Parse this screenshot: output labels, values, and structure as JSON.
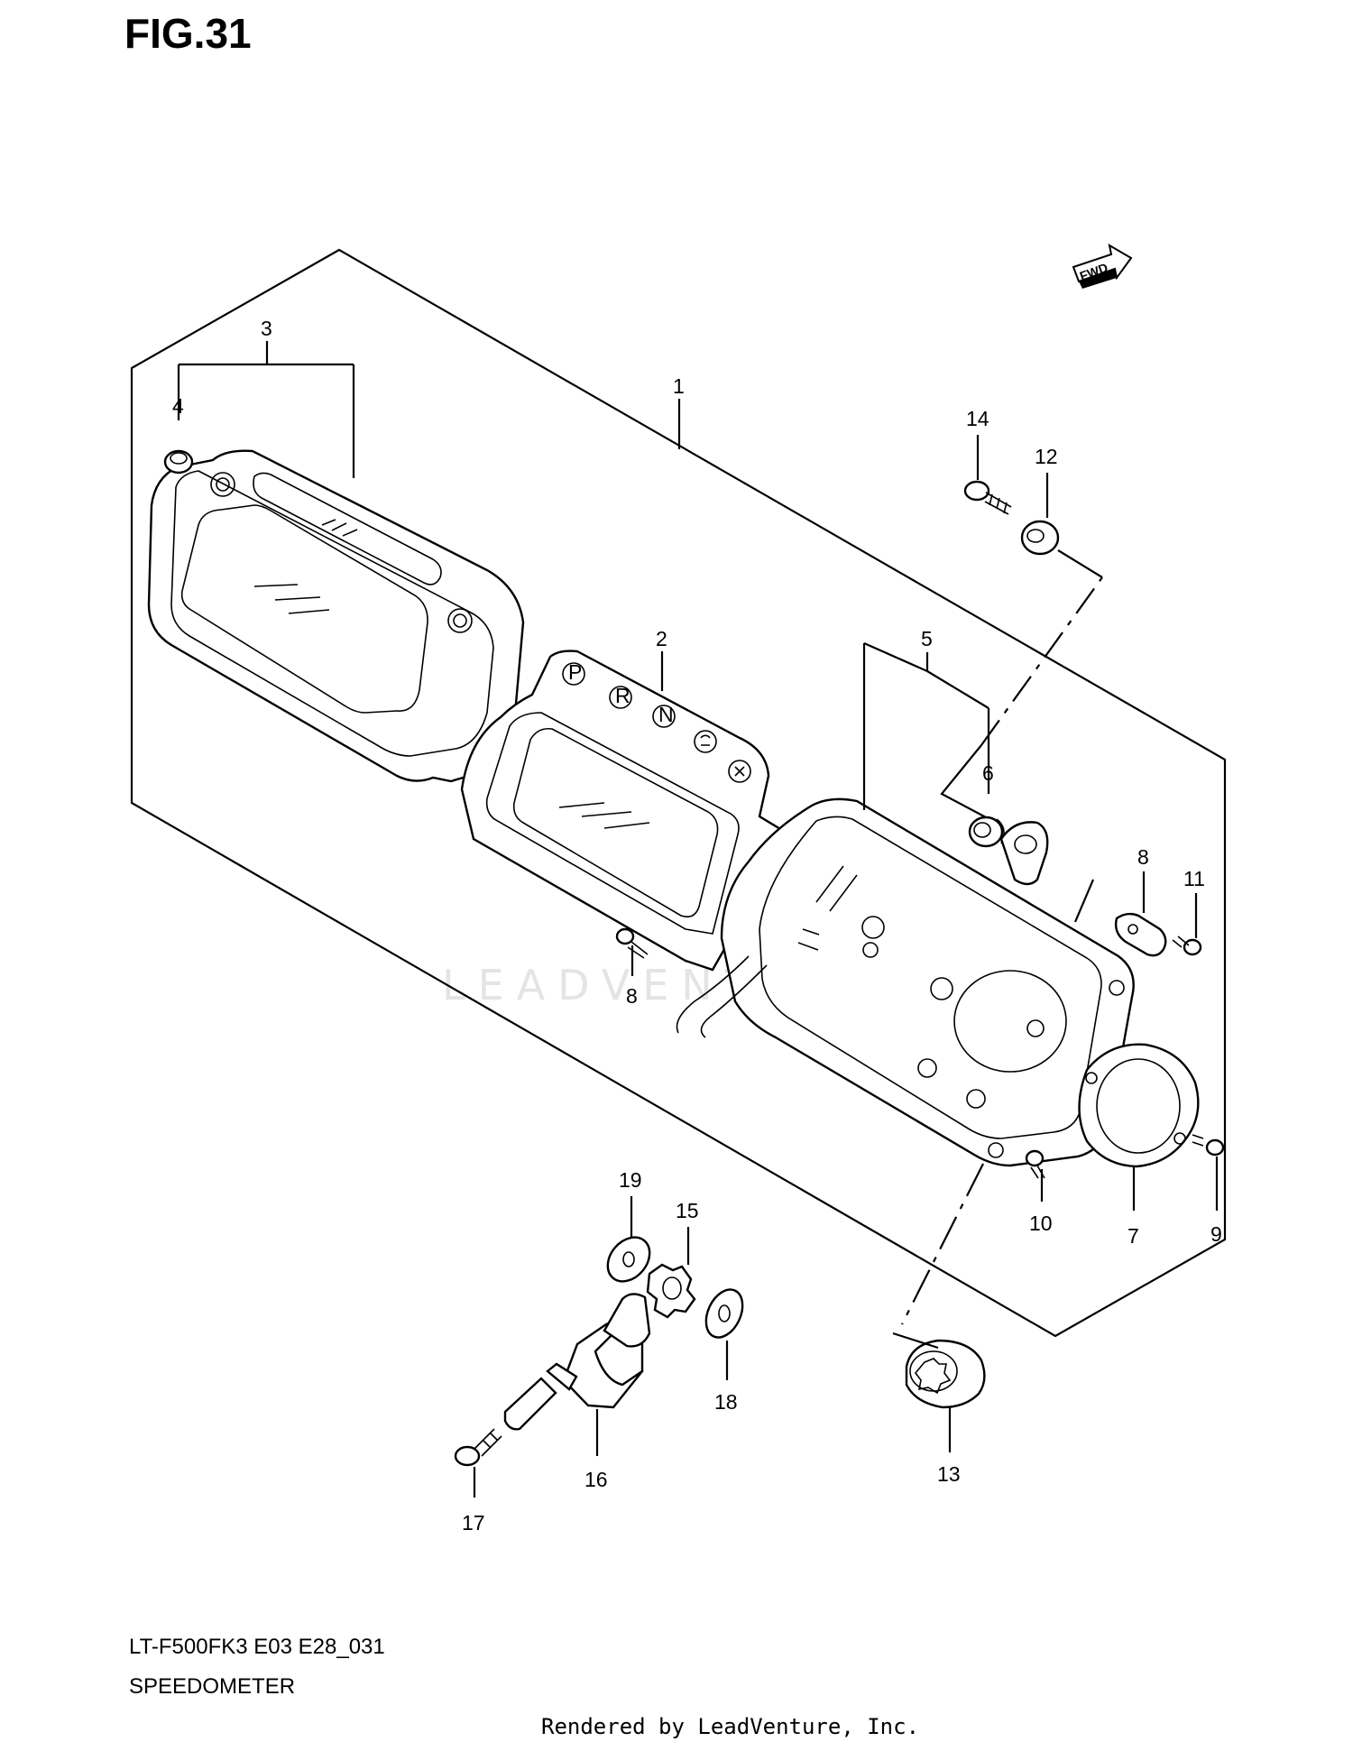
{
  "figure": {
    "title": "FIG.31",
    "model_code": "LT-F500FK3 E03 E28_031",
    "section_name": "SPEEDOMETER",
    "render_credit": "Rendered by LeadVenture, Inc.",
    "fwd_label": "FWD",
    "watermark": "LEADVENTURE"
  },
  "callouts": {
    "c1": "1",
    "c2": "2",
    "c3": "3",
    "c4": "4",
    "c5": "5",
    "c6": "6",
    "c7": "7",
    "c8a": "8",
    "c8b": "8",
    "c9": "9",
    "c10": "10",
    "c11": "11",
    "c12": "12",
    "c13": "13",
    "c14": "14",
    "c15": "15",
    "c16": "16",
    "c17": "17",
    "c18": "18",
    "c19": "19"
  },
  "indicator_letters": [
    "P",
    "R",
    "N"
  ]
}
